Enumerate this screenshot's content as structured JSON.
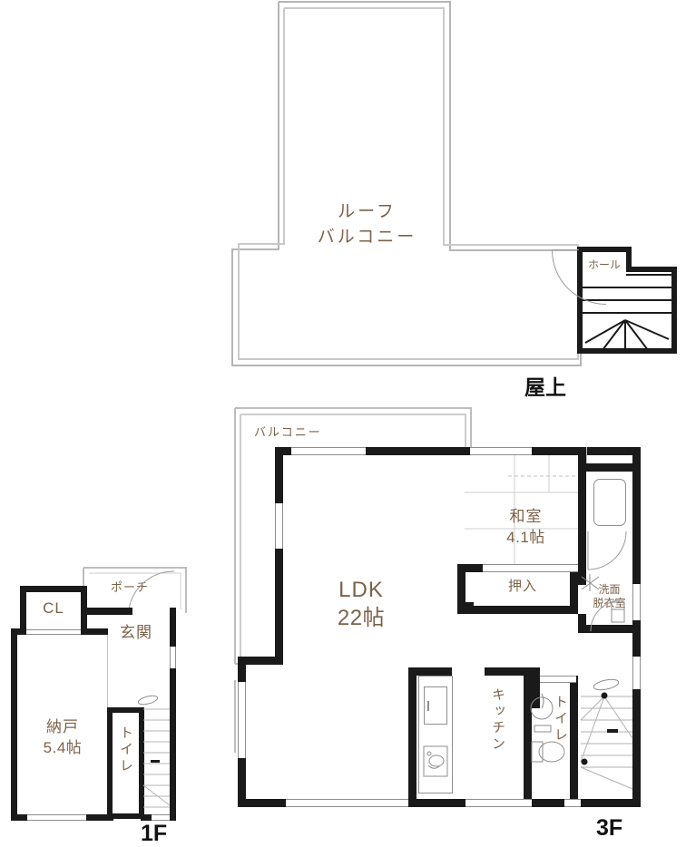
{
  "document": {
    "type": "real-estate-floor-plan",
    "floors": [
      "屋上",
      "3F",
      "1F"
    ]
  },
  "roof": {
    "floor_label": "屋上",
    "rooms": [
      {
        "name": "roof-balcony",
        "label": "ルーフ",
        "label2": "バルコニー"
      },
      {
        "name": "hall",
        "label": "ホール"
      }
    ],
    "features": [
      "stairs-down",
      "entry-door"
    ]
  },
  "third_floor": {
    "floor_label": "3F",
    "balcony_label": "バルコニー",
    "rooms": [
      {
        "name": "ldk",
        "label": "LDK",
        "size": "22帖"
      },
      {
        "name": "washitsu",
        "label": "和室",
        "size": "4.1帖"
      },
      {
        "name": "oshiire",
        "label": "押入"
      },
      {
        "name": "kitchen",
        "label": "キッチン"
      },
      {
        "name": "toilet",
        "label": "トイレ"
      },
      {
        "name": "washroom",
        "label": "洗面",
        "label2": "脱衣室"
      }
    ],
    "features": [
      "bath-tub",
      "stairs",
      "sink",
      "stove",
      "toilet-fixture",
      "washbasin"
    ]
  },
  "first_floor": {
    "floor_label": "1F",
    "rooms": [
      {
        "name": "nando",
        "label": "納戸",
        "size": "5.4帖"
      },
      {
        "name": "closet",
        "label": "CL"
      },
      {
        "name": "porch",
        "label": "ポーチ"
      },
      {
        "name": "genkan",
        "label": "玄関"
      },
      {
        "name": "toilet",
        "label": "トイレ"
      }
    ],
    "features": [
      "stairs-up",
      "entry-door"
    ]
  },
  "colors": {
    "wall": "#1a1a1a",
    "thin_wall": "#9a9a9a",
    "label_text": "#7d6248",
    "floor_label_text": "#111111",
    "background": "#ffffff"
  }
}
